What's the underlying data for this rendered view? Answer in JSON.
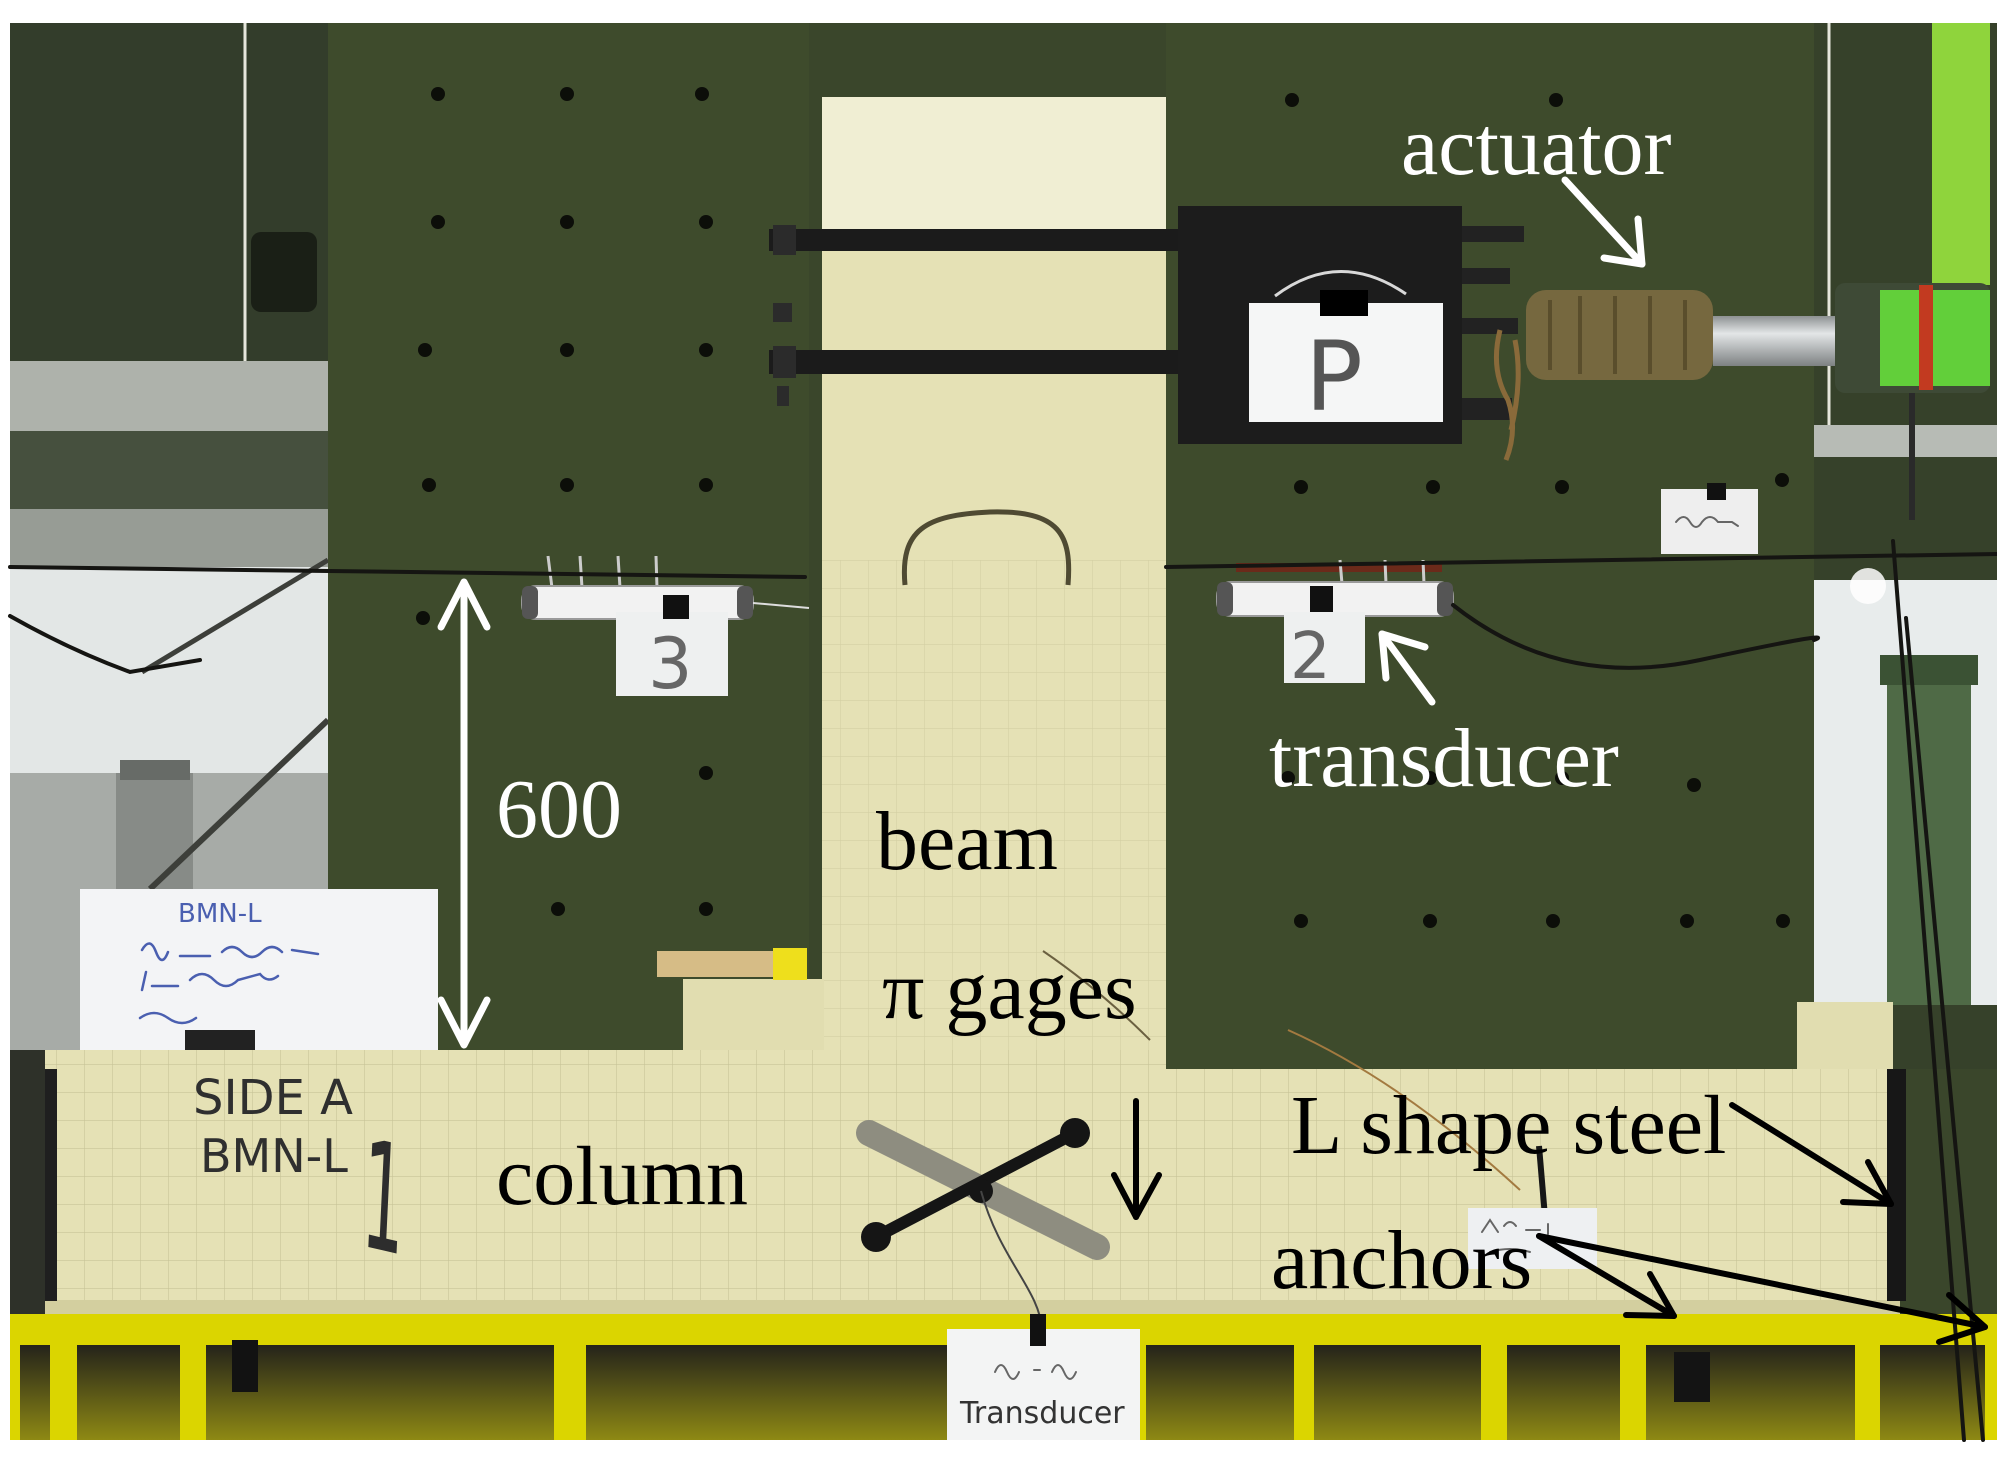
{
  "figure": {
    "labels": {
      "actuator": "actuator",
      "transducer": "transducer",
      "height": "600",
      "beam": "beam",
      "pi_gages": "π gages",
      "column": "column",
      "l_shape_steel": "L shape steel",
      "anchors": "anchors"
    },
    "handwriting": {
      "plate_card": "P",
      "left_transducer_tag": "3",
      "right_transducer_tag": "2",
      "column_side": "SIDE A",
      "column_specimen": "BMN-L",
      "column_number": "1",
      "paper_specimen": "BMN-L",
      "bottom_card": "Transducer"
    },
    "colors": {
      "reaction_wall": "#3e4b2c",
      "concrete": "#e5e1b5",
      "steel_frame": "#dbd500",
      "annotation_light": "#ffffff",
      "annotation_dark": "#000000"
    }
  }
}
